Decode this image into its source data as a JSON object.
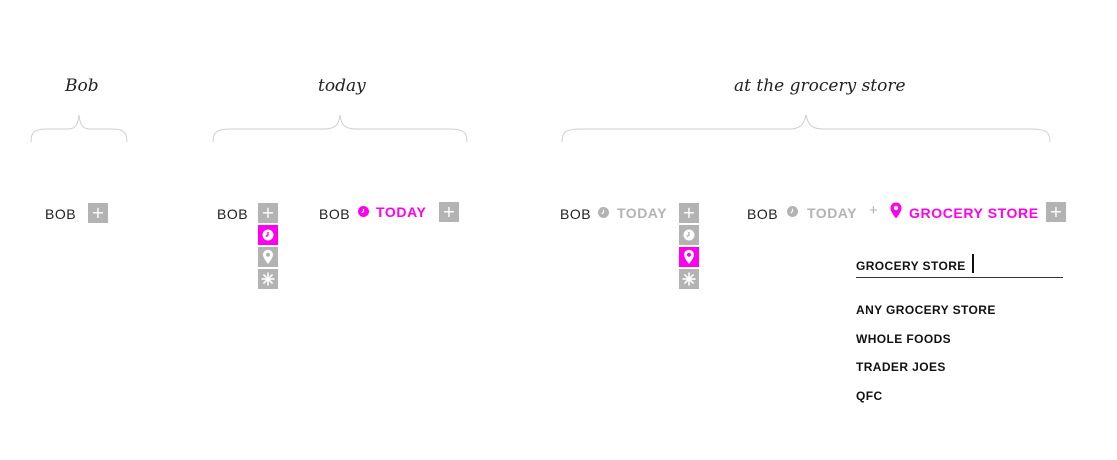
{
  "headings": {
    "bob": "Bob",
    "today": "today",
    "grocery": "at the grocery store"
  },
  "step1": {
    "name": "BOB",
    "add_label": "+"
  },
  "step2": {
    "name": "BOB",
    "add_label": "+",
    "menu": [
      {
        "icon": "clock-icon",
        "selected": true
      },
      {
        "icon": "map-pin-icon",
        "selected": false
      },
      {
        "icon": "asterisk-icon",
        "selected": false
      }
    ]
  },
  "step3": {
    "name": "BOB",
    "time": "TODAY",
    "add_label": "+"
  },
  "step4": {
    "name": "BOB",
    "time": "TODAY",
    "add_label": "+",
    "menu": [
      {
        "icon": "clock-icon",
        "selected": false
      },
      {
        "icon": "map-pin-icon",
        "selected": true
      },
      {
        "icon": "asterisk-icon",
        "selected": false
      }
    ]
  },
  "step5": {
    "name": "BOB",
    "time": "TODAY",
    "joiner": "+",
    "place": "GROCERY STORE",
    "add_label": "+",
    "search_value": "GROCERY STORE",
    "options": [
      "ANY GROCERY STORE",
      "WHOLE FOODS",
      "TRADER JOES",
      "QFC"
    ]
  },
  "colors": {
    "accent": "#ff00ee",
    "inactive": "#b3b3b3",
    "text": "#222222"
  }
}
